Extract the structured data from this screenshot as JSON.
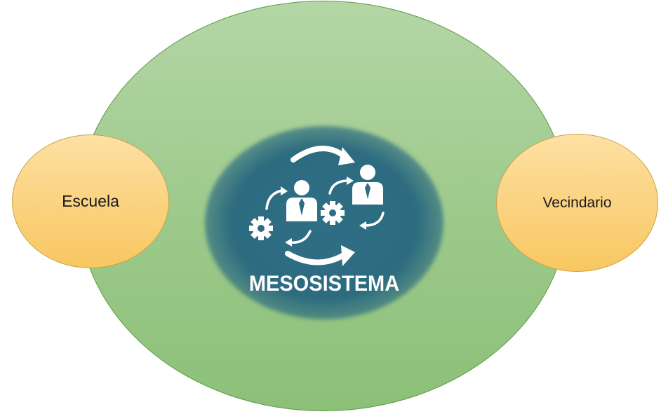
{
  "diagram": {
    "center": {
      "label": "MESOSISTEMA",
      "icon": "people-gears-cycle-icon"
    },
    "nodes": [
      {
        "label": "Escuela"
      },
      {
        "label": "Vecindario"
      }
    ]
  },
  "colors": {
    "outer_circle": "#9cc98a",
    "center_blob": "#2c6b80",
    "node_fill": "#f8c760",
    "icon": "#ffffff"
  }
}
